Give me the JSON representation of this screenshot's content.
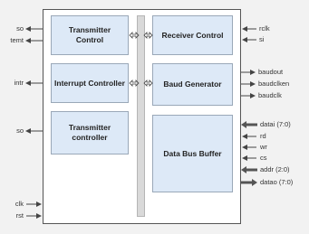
{
  "blocks": {
    "transmitter_control": "Transmitter\nControl",
    "receiver_control": "Receiver Control",
    "interrupt_controller": "Interrupt Controller",
    "baud_generator": "Baud Generator",
    "transmitter_controller": "Transmitter\ncontroller",
    "data_bus_buffer": "Data Bus Buffer"
  },
  "left_signals": {
    "so_top": "so",
    "temt": "temt",
    "intr": "intr",
    "so_mid": "so",
    "clk": "clk",
    "rst": "rst"
  },
  "right_signals": {
    "rclk": "rclk",
    "si": "si",
    "baudout": "baudout",
    "baudclken": "baudclken",
    "baudclk": "baudclk",
    "datai": "datai (7:0)",
    "rd": "rd",
    "wr": "wr",
    "cs": "cs",
    "addr": "addr (2:0)",
    "datao": "datao (7:0)"
  },
  "colors": {
    "block_fill": "#dde9f7",
    "block_border": "#9aa8b8",
    "chip_border": "#555555",
    "wire": "#444444"
  }
}
